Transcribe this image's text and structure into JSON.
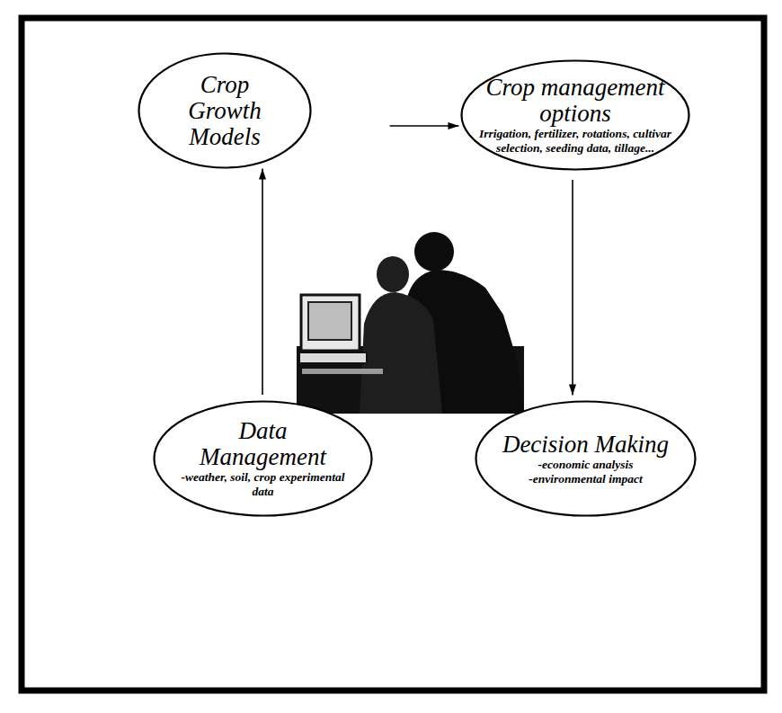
{
  "diagram": {
    "nodes": [
      {
        "text": [
          "Crop Growth Models"
        ]
      },
      {
        "text": [
          "Crop management options",
          "Irrigation, fertilizer, rotations, cultivar selection, seeding data, tillage..."
        ]
      },
      {
        "text": [
          "Data Management",
          "-weather, soil, crop experimental data"
        ]
      },
      {
        "text": [
          "Decision Making",
          "-economic analysis",
          "-environmental impact"
        ]
      }
    ],
    "edges": [
      {
        "from": 0,
        "to": 1,
        "arrow": "to"
      },
      {
        "from": 1,
        "to": 3,
        "arrow": "to"
      },
      {
        "from": 2,
        "to": 0,
        "arrow": "to"
      }
    ]
  }
}
